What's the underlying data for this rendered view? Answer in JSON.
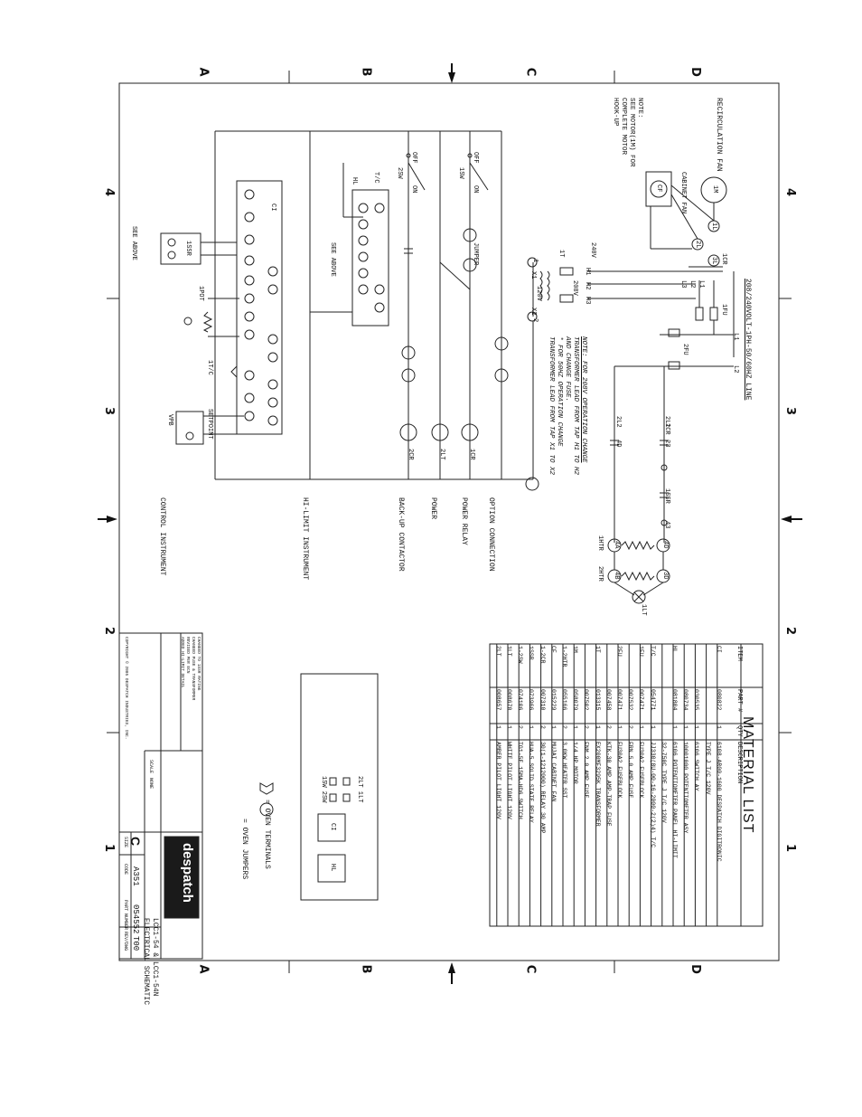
{
  "zones": {
    "top": [
      "A",
      "B",
      "C",
      "D"
    ],
    "side": [
      "4",
      "3",
      "2",
      "1"
    ]
  },
  "power_title": "208/240VOLT-1PH-50/60HZ LINE",
  "line_labels": {
    "l1": "L1",
    "l2": "L2"
  },
  "fuses": {
    "f1": "1FU",
    "f2": "2FU"
  },
  "transformer": {
    "label": "1T",
    "tap_240": "240V",
    "tap_208": "208V",
    "sec_120": "120V",
    "tap_h1": "H1",
    "tap_h2": "H2",
    "tap_h3": "H3",
    "tap_x1": "X1",
    "tap_x2": "X2",
    "sec_ref_1": "1",
    "sec_ref_2": "2"
  },
  "terminals": {
    "l1": "L1",
    "l2": "L2",
    "l3": "L3",
    "fuse_2l1": "2L1",
    "fuse_2l2": "2L2",
    "relay_4d": "4D",
    "relay_23": "23",
    "ssr_43": "43",
    "heater_4d": "4D",
    "heater_4a": "4A",
    "heater_3d": "3D",
    "heater_4b": "4B"
  },
  "note_transformer": [
    "NOTE: FOR 208V OPERATION CHANGE",
    "TRANSFORMER LEAD FROM TAP H1 TO H2",
    "AND CHANGE FUSE.",
    "* FOR 50HZ OPERATION CHANGE",
    "TRANSFORMER LEAD FROM TAP X1 TO X2"
  ],
  "recirc_fan": "RECIRCULATION FAN",
  "motor_note": [
    "NOTE:",
    "SEE MOTOR(1M) FOR",
    "COMPLETE MOTOR",
    "HOOK-UP"
  ],
  "cabinet_fan": "CABINET FAN",
  "motor_labels": {
    "motor": "1M",
    "cabinet_fan_motor": "CF",
    "relay": "1CR",
    "tb_1l": "1L",
    "tb_2l": "2L",
    "tb_3l": "3L"
  },
  "heater_labels": {
    "h1": "1HTR",
    "h2": "2HTR",
    "lamp": "1LT",
    "ssr": "1SSR",
    "cr2": "2CR"
  },
  "switches": {
    "s1": "1SW",
    "s2": "2SW",
    "off": "OFF",
    "on": "ON",
    "tc": "T/C"
  },
  "jumper": "JUMPER",
  "rungs": [
    {
      "label": "OPTION CONNECTION"
    },
    {
      "label": "POWER RELAY"
    },
    {
      "label": "POWER"
    },
    {
      "label": "BACK-UP CONTACTOR"
    },
    {
      "label": "HI-LIMIT INSTRUMENT"
    },
    {
      "label": "CONTROL INSTRUMENT"
    }
  ],
  "rung_devices": {
    "cr1": "1CR",
    "lt2": "2LT",
    "cr2": "2CR",
    "hl": "HL",
    "ci": "CI",
    "ssr": "1SSR",
    "pot": "1POT",
    "tc": "1T/C",
    "setpoint": "SETPOINT",
    "vpb": "VPB"
  },
  "see_above": "SEE ABOVE",
  "material_list": {
    "title": "MATERIAL LIST",
    "headers": [
      "ITEM",
      "PART #",
      "QTY",
      "DESCRIPTION"
    ],
    "rows": [
      [
        "CI",
        "080822",
        "1",
        "6108-AR00-1600 DESPATCH DIGITRONIC"
      ],
      [
        "",
        "",
        "",
        "TYPE J T/C 120V"
      ],
      [
        "",
        "030535",
        "1",
        "6106 SWITCH AY"
      ],
      [
        "",
        "080734",
        "1",
        "10001000 POTENTIOMETER ASY"
      ],
      [
        "HL",
        "081804",
        "1",
        "6106 POTENTIOMETER PANEL HI-LIMIT"
      ],
      [
        "",
        "",
        "",
        "32-750C TYPE J T/C 120V"
      ],
      [
        "T/C",
        "054771",
        "1",
        "JJ330(8U-00-16-2000-2(2)4) T/C"
      ],
      [
        "1FU",
        "007471",
        "1",
        "FU30A2 FUSEBLOCK"
      ],
      [
        "",
        "007532",
        "2",
        "FRN 5.0 AMP FUSE"
      ],
      [
        "2FU",
        "007471",
        "1",
        "FU30A2 FUSEBLOCK"
      ],
      [
        "",
        "007458",
        "2",
        "KTK-30 AMP AMP-TRAP FUSE"
      ],
      [
        "1T",
        "013315",
        "1",
        "EX200MF3295K TRANSFORMER"
      ],
      [
        "",
        "007502",
        "2",
        "FNM 2.0 AMP FUSE"
      ],
      [
        "1M",
        "058079",
        "1",
        "1/4 HP MOTOR"
      ],
      [
        "1-2HTR",
        "055166",
        "2",
        "3.0KW HEATER SST"
      ],
      [
        "CF",
        "015229",
        "1",
        "MUJAI CABINET FAN"
      ],
      [
        "1-2CR",
        "007310",
        "2",
        "30(1-1212000) RELAY 30 AMP"
      ],
      [
        "1SSR",
        "073966",
        "1",
        "HUA-5 SOLID STATE RELAY"
      ],
      [
        "1-2SW",
        "074106",
        "2",
        "TG1-5E 15MA-HD6 SWITCH"
      ],
      [
        "1LT",
        "008670",
        "1",
        "WHITE PILOT LIGHT 120V"
      ],
      [
        "2LT",
        "008657",
        "1",
        "AMBER PILOT LIGHT 120V"
      ]
    ]
  },
  "panel_legend": {
    "lamps": "2LT 1LT",
    "switches": "1SW 2SW",
    "ci": "CI",
    "hl": "HL",
    "oven_terminals": "= OVEN TERMINALS",
    "oven_jumpers": "= OVEN JUMPERS"
  },
  "title_block": {
    "company": "despatch",
    "subtitle": "LCC1-54 & LCC1-54N",
    "title": "ELECTRICAL SCHEMATIC",
    "size": "C",
    "code": "A351",
    "part_number": "054552",
    "rev": "T00",
    "copyright": "COPYRIGHT © 2005 DESPATCH INDUSTRIES, INC.",
    "size_label": "SIZE",
    "code_label": "CODE",
    "part_label": "PART NUMBER",
    "rev_label": "REV/DWG",
    "scale_label": "SCALE",
    "none": "NONE",
    "revisions": [
      "CHANGED TO 1SSR RATING",
      "CHANGED FUSE & TRANSFORMER",
      "REVISED PER ECN",
      "ADDED HI-LIMIT DETAIL"
    ]
  }
}
